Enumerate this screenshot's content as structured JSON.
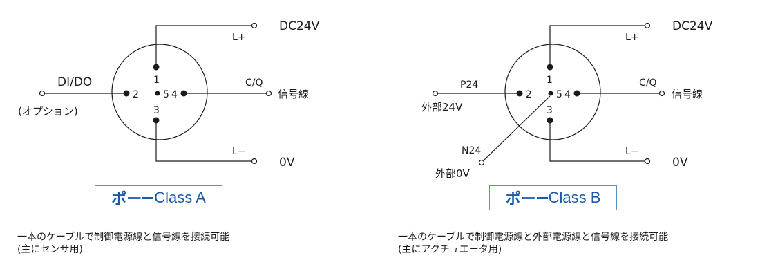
{
  "diagram_a": {
    "supply_label": "DC24V",
    "lplus_label": "L+",
    "lminus_label": "L−",
    "zero_label": "0V",
    "dido_label": "DI/DO",
    "option_label": "(オプション)",
    "cq_label": "C/Q",
    "signal_label": "信号線",
    "pins": [
      "1",
      "2",
      "3",
      "4",
      "5"
    ],
    "badge_prefix": "ポー",
    "badge_text": "Class A",
    "desc_line1": "一本のケーブルで制御電源線と信号線を接続可能",
    "desc_line2": "(主にセンサ用)"
  },
  "diagram_b": {
    "supply_label": "DC24V",
    "lplus_label": "L+",
    "lminus_label": "L−",
    "zero_label": "0V",
    "p24_label": "P24",
    "ext24_label": "外部24V",
    "n24_label": "N24",
    "ext0_label": "外部0V",
    "cq_label": "C/Q",
    "signal_label": "信号線",
    "pins": [
      "1",
      "2",
      "3",
      "4",
      "5"
    ],
    "badge_prefix": "ポー",
    "badge_text": "Class B",
    "desc_line1": "一本のケーブルで制御電源線と外部電源線と信号線を接続可能",
    "desc_line2": "(主にアクチュエータ用)"
  },
  "colors": {
    "line": "#1a1a1a",
    "badge_border": "#5b8fc9",
    "badge_text": "#1b5aa6"
  }
}
